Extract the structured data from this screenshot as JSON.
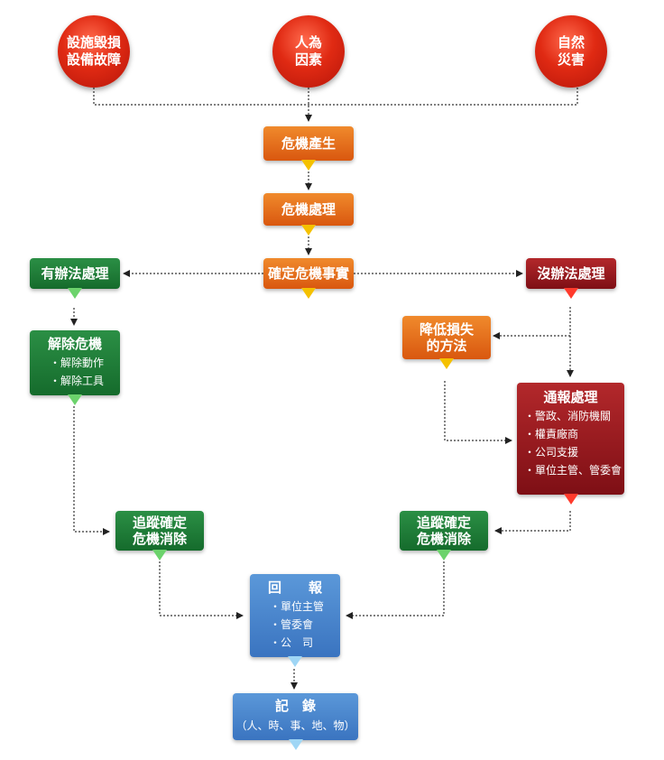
{
  "causes": [
    {
      "line1": "設施毀損",
      "line2": "設備故障"
    },
    {
      "line1": "人為",
      "line2": "因素"
    },
    {
      "line1": "自然",
      "line2": "災害"
    }
  ],
  "crisis_occurs": "危機產生",
  "crisis_handling": "危機處理",
  "confirm_facts": "確定危機事實",
  "left_branch": {
    "resolvable": "有辦法處理",
    "resolve": {
      "title": "解除危機",
      "items": [
        "・解除動作",
        "・解除工具"
      ]
    },
    "track": {
      "line1": "追蹤確定",
      "line2": "危機消除"
    }
  },
  "right_branch": {
    "unresolvable": "沒辦法處理",
    "reduce_loss": {
      "line1": "降低損失",
      "line2": "的方法"
    },
    "notify": {
      "title": "通報處理",
      "items": [
        "・警政、消防機關",
        "・權責廠商",
        "・公司支援",
        "・單位主管、管委會"
      ]
    },
    "track": {
      "line1": "追蹤確定",
      "line2": "危機消除"
    }
  },
  "report": {
    "title": "回　　報",
    "items": [
      "・單位主管",
      "・管委會",
      "・公　司"
    ]
  },
  "record": {
    "title": "記　錄",
    "subtitle": "（人、時、事、地、物）"
  }
}
